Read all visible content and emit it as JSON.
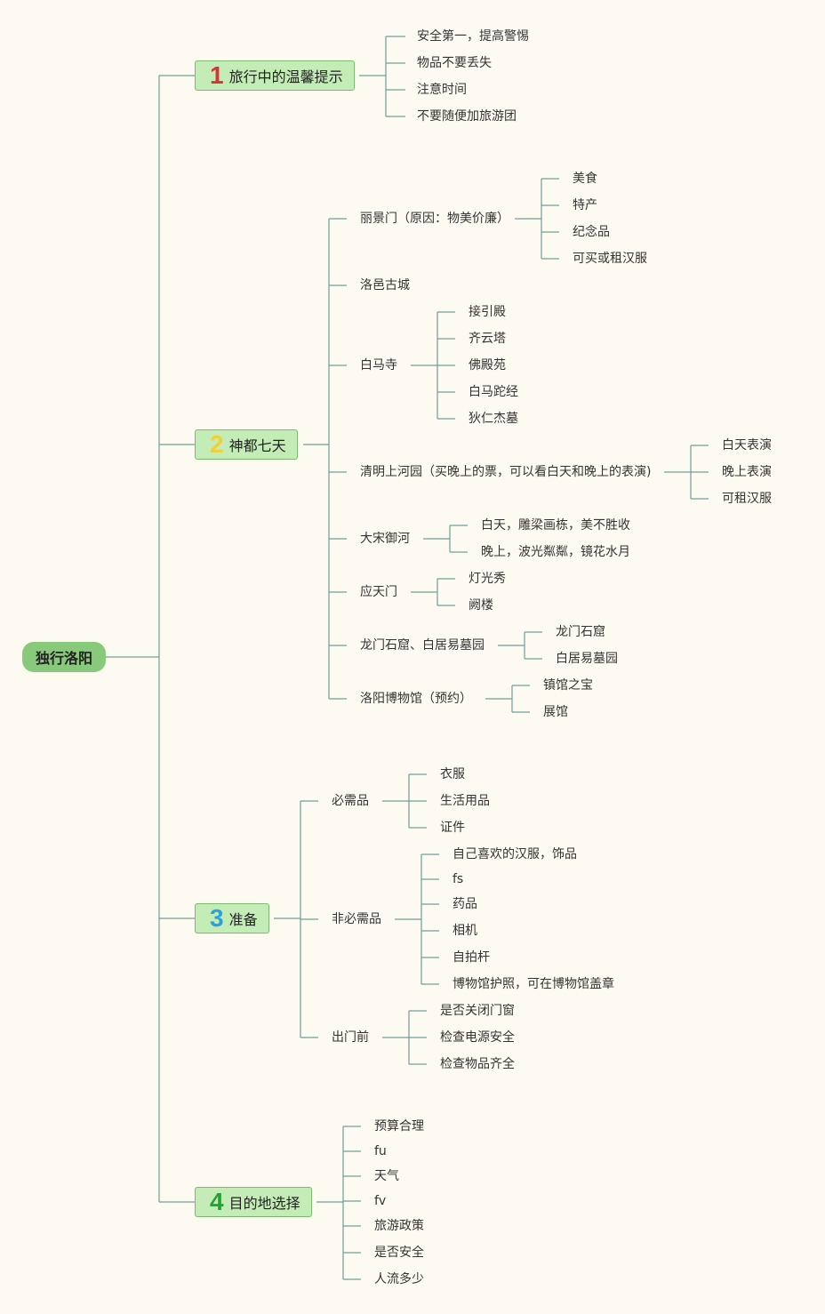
{
  "root": {
    "label": "独行洛阳"
  },
  "branches": [
    {
      "number": "1",
      "number_color": "#d83338",
      "label": "旅行中的温馨提示",
      "children": [
        {
          "label": "安全第一，提高警惕"
        },
        {
          "label": "物品不要丢失"
        },
        {
          "label": "注意时间"
        },
        {
          "label": "不要随便加旅游团"
        }
      ]
    },
    {
      "number": "2",
      "number_color": "#f2cf3c",
      "label": "神都七天",
      "children": [
        {
          "label": "丽景门（原因：物美价廉）",
          "children": [
            {
              "label": "美食"
            },
            {
              "label": "特产"
            },
            {
              "label": "纪念品"
            },
            {
              "label": "可买或租汉服"
            }
          ]
        },
        {
          "label": "洛邑古城"
        },
        {
          "label": "白马寺",
          "children": [
            {
              "label": "接引殿"
            },
            {
              "label": "齐云塔"
            },
            {
              "label": "佛殿苑"
            },
            {
              "label": "白马跎经"
            },
            {
              "label": "狄仁杰墓"
            }
          ]
        },
        {
          "label": "清明上河园（买晚上的票，可以看白天和晚上的表演)",
          "children": [
            {
              "label": "白天表演"
            },
            {
              "label": "晚上表演"
            },
            {
              "label": "可租汉服"
            }
          ]
        },
        {
          "label": "大宋御河",
          "children": [
            {
              "label": "白天，雕梁画栋，美不胜收"
            },
            {
              "label": "晚上，波光粼粼，镜花水月"
            }
          ]
        },
        {
          "label": "应天门",
          "children": [
            {
              "label": "灯光秀"
            },
            {
              "label": "阙楼"
            }
          ]
        },
        {
          "label": "龙门石窟、白居易墓园",
          "children": [
            {
              "label": "龙门石窟"
            },
            {
              "label": "白居易墓园"
            }
          ]
        },
        {
          "label": "洛阳博物馆（预约）",
          "children": [
            {
              "label": "镇馆之宝"
            },
            {
              "label": "展馆"
            }
          ]
        }
      ]
    },
    {
      "number": "3",
      "number_color": "#2f9fe0",
      "label": "准备",
      "children": [
        {
          "label": "必需品",
          "children": [
            {
              "label": "衣服"
            },
            {
              "label": "生活用品"
            },
            {
              "label": "证件"
            }
          ]
        },
        {
          "label": "非必需品",
          "children": [
            {
              "label": "自己喜欢的汉服，饰品"
            },
            {
              "label": "fs"
            },
            {
              "label": "药品"
            },
            {
              "label": "相机"
            },
            {
              "label": "自拍杆"
            },
            {
              "label": "博物馆护照，可在博物馆盖章"
            }
          ]
        },
        {
          "label": "出门前",
          "children": [
            {
              "label": "是否关闭门窗"
            },
            {
              "label": "检查电源安全"
            },
            {
              "label": "检查物品齐全"
            }
          ]
        }
      ]
    },
    {
      "number": "4",
      "number_color": "#2b9e39",
      "label": "目的地选择",
      "children": [
        {
          "label": "预算合理"
        },
        {
          "label": "fu"
        },
        {
          "label": "天气"
        },
        {
          "label": "fv"
        },
        {
          "label": "旅游政策"
        },
        {
          "label": "是否安全"
        },
        {
          "label": "人流多少"
        }
      ]
    }
  ],
  "colors": {
    "line": "#6f9e9a",
    "root_fill": "#89c97c",
    "branch_fill": "#c4ecb6",
    "background": "#fdfbf1"
  }
}
